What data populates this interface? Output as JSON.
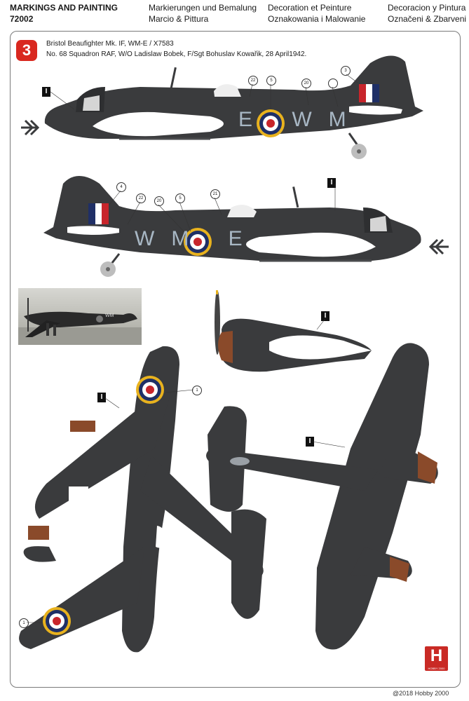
{
  "header": {
    "title_line1": "MARKINGS AND PAINTING",
    "title_line2": "72002",
    "de_it_line1": "Markierungen und Bemalung",
    "de_it_line2": "Marcio & Pittura",
    "fr_pl_line1": "Decoration et Peinture",
    "fr_pl_line2": "Oznakowania i Malowanie",
    "es_cz_line1": "Decoracion y Pintura",
    "es_cz_line2": "Označeni & Zbarveni"
  },
  "scheme": {
    "number": "3",
    "aircraft": "Bristol Beaufighter Mk. IF, WM-E / X7583",
    "unit": "No. 68 Squadron RAF, W/O Ladislaw Bobek, F/Sgt Bohuslav Kowařik, 28 April1942."
  },
  "fuselage_codes": {
    "right_side": "E WM",
    "left_side": "WM E"
  },
  "paint_code": "I",
  "callouts": [
    "1",
    "3",
    "4",
    "5",
    "20",
    "21",
    "22"
  ],
  "photo_code": "WM",
  "logo": {
    "letter": "H",
    "text": "HOBBY 2000"
  },
  "copyright": "@2018 Hobby 2000",
  "colors": {
    "night_black": "#3a3b3d",
    "roundel_blue": "#1f2f66",
    "roundel_red": "#c8252b",
    "roundel_yellow": "#e8b21e",
    "code_letters": "#a8b7c4",
    "cowling_brown": "#8a4a2a",
    "brand_red": "#c92a25"
  }
}
